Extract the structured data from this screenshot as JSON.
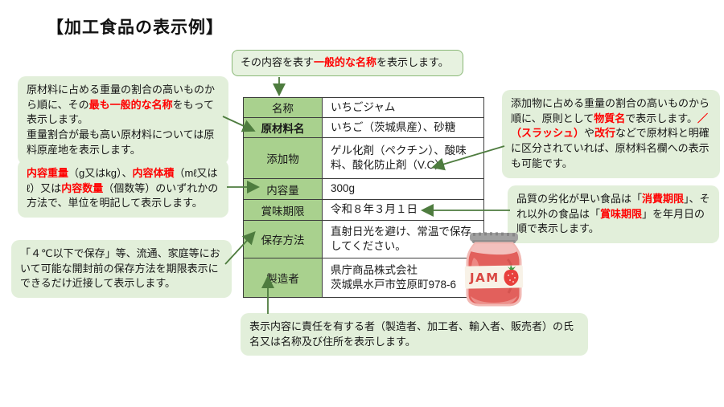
{
  "title": "【加工食品の表示例】",
  "colors": {
    "callout_bg": "#e2efda",
    "callout_border": "#8ab877",
    "table_header_bg": "#a9d18e",
    "table_border": "#3c3c3c",
    "arrow_green": "#4e7c3f",
    "emphasis_red": "#ff0000",
    "jam_red": "#dd5650",
    "jar_lid_gray": "#a0a0a0"
  },
  "callouts": {
    "general_name": {
      "pre": "その内容を表す",
      "em": "一般的な名称",
      "post": "を表示します。"
    },
    "ingredients": {
      "t1": "原材料に占める重量の割合の高いものから順に、その",
      "em1": "最も一般的な名称",
      "t2": "をもって表示します。",
      "t3": "重量割合が最も高い原材料については原料原産地を表示します。"
    },
    "quantity": {
      "em1": "内容重量",
      "t1": "（g又はkg）、",
      "em2": "内容体積",
      "t2": "（mℓ又はℓ）又は",
      "em3": "内容数量",
      "t3": "（個数等）のいずれかの方法で、単位を明記して表示します。"
    },
    "storage": {
      "text": "「４℃以下で保存」等、流通、家庭等において可能な開封前の保存方法を期限表示にできるだけ近接して表示します。"
    },
    "additives": {
      "t1": "添加物に占める重量の割合の高いものから順に、原則として",
      "em1": "物質名",
      "t2": "で表示します。",
      "em2": "／（スラッシュ）",
      "t3": "や",
      "em3": "改行",
      "t4": "などで原材料と明確に区分されていれば、原材料名欄への表示も可能です。"
    },
    "expiry": {
      "t1": "品質の劣化が早い食品は「",
      "em1": "消費期限",
      "t2": "」、それ以外の食品は「",
      "em2": "賞味期限",
      "t3": "」を年月日の順で表示します。"
    },
    "manufacturer": {
      "text": "表示内容に責任を有する者（製造者、加工者、輸入者、販売者）の氏名又は名称及び住所を表示します。"
    }
  },
  "label_table": {
    "rows": [
      {
        "field": "名称",
        "value": "いちごジャム"
      },
      {
        "field": "原材料名",
        "value": "いちご（茨城県産）、砂糖"
      },
      {
        "field": "添加物",
        "value": "ゲル化剤（ペクチン）、酸味料、酸化防止剤（V.C）"
      },
      {
        "field": "内容量",
        "value": "300g"
      },
      {
        "field": "賞味期限",
        "value": "令和８年３月１日"
      },
      {
        "field": "保存方法",
        "value": "直射日光を避け、常温で保存してください。"
      },
      {
        "field": "製造者",
        "value_line1": "県庁商品株式会社",
        "value_line2": "茨城県水戸市笠原町978-6"
      }
    ]
  },
  "jam_jar": {
    "label_text": "JAM"
  }
}
